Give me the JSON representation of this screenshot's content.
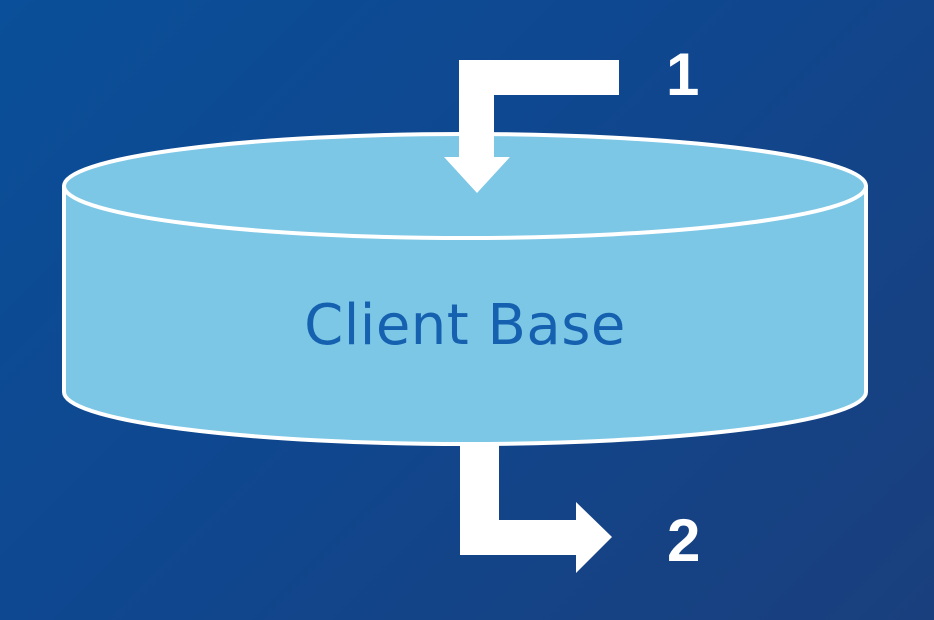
{
  "diagram": {
    "cylinder_label": "Client Base",
    "steps": [
      {
        "number": "1"
      },
      {
        "number": "2"
      }
    ]
  },
  "colors": {
    "background": "#0f478f",
    "cylinder_fill": "#7cc6e6",
    "cylinder_outline": "#ffffff",
    "label_text": "#1561b0",
    "arrows": "#ffffff"
  },
  "icons": {
    "inflow_arrow": "arrow-in-down-icon",
    "outflow_arrow": "arrow-out-right-icon"
  }
}
